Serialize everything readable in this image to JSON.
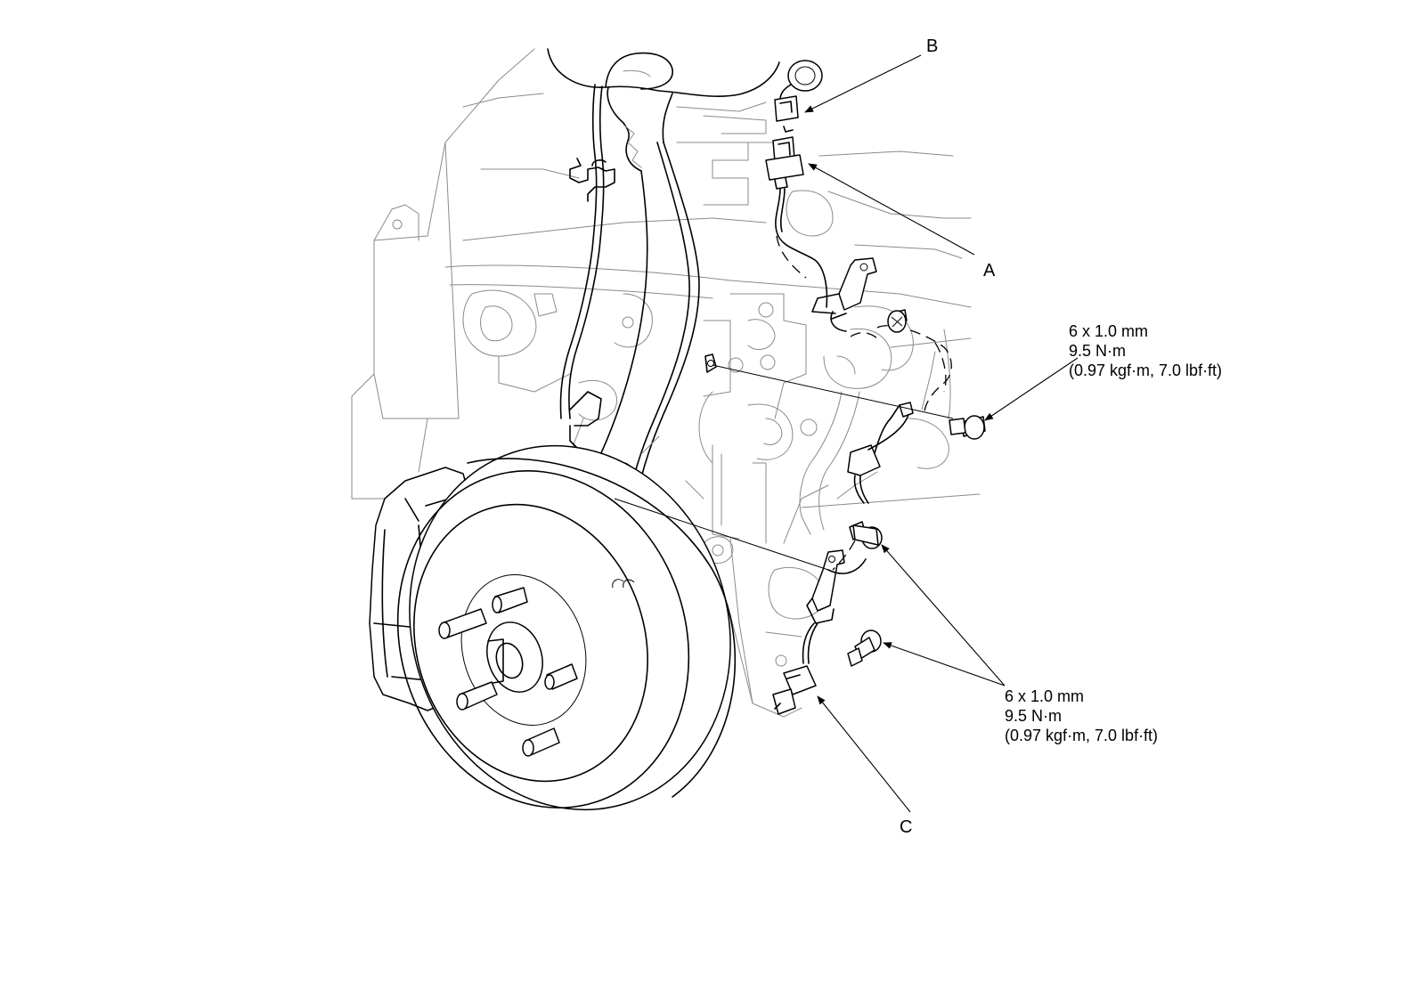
{
  "callouts": {
    "a": "A",
    "b": "B",
    "c": "C"
  },
  "torque_upper": {
    "size": "6 x 1.0 mm",
    "torque_nm": "9.5 N·m",
    "torque_alt": "(0.97 kgf·m, 7.0 lbf·ft)"
  },
  "torque_lower": {
    "size": "6 x 1.0 mm",
    "torque_nm": "9.5 N·m",
    "torque_alt": "(0.97 kgf·m, 7.0 lbf·ft)"
  }
}
